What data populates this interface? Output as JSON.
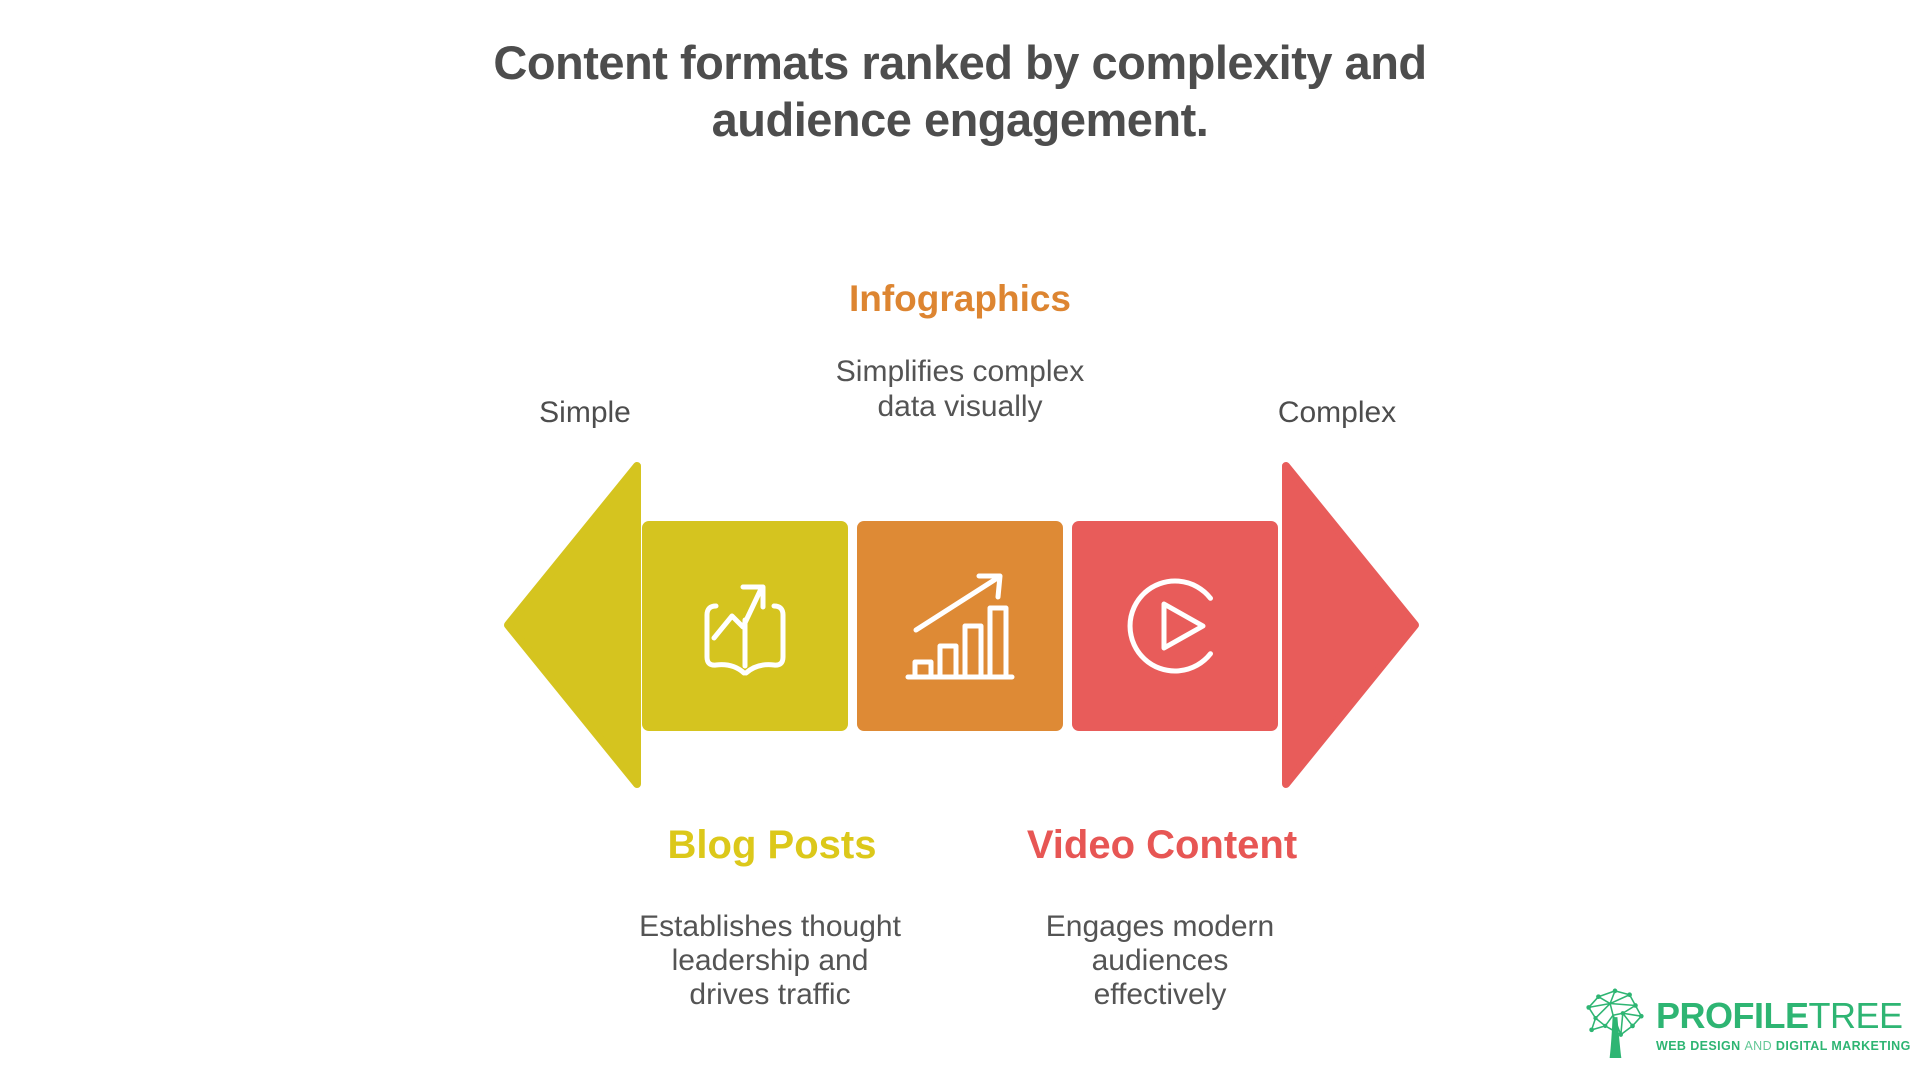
{
  "title": {
    "text": "Content formats ranked by complexity and\naudience engagement."
  },
  "axis": {
    "left_label": "Simple",
    "right_label": "Complex"
  },
  "items": [
    {
      "name": "Blog Posts",
      "description": "Establishes thought\nleadership and\ndrives traffic",
      "icon": "book-trend-icon",
      "color": "#d5c41f",
      "label_color": "#dcc81a"
    },
    {
      "name": "Infographics",
      "description": "Simplifies complex\ndata visually",
      "icon": "bar-chart-growth-icon",
      "color": "#de8a35",
      "label_color": "#dd8531"
    },
    {
      "name": "Video Content",
      "description": "Engages modern\naudiences\neffectively",
      "icon": "play-circle-icon",
      "color": "#e85c5a",
      "label_color": "#e75654"
    }
  ],
  "arrow": {
    "left_head_color": "#d5c41f",
    "right_head_color": "#e85c5a"
  },
  "colors": {
    "title_gray": "#4d4d4d",
    "text_gray": "#545454",
    "green": "#2eb573"
  },
  "logo": {
    "brand_bold": "PROFILE",
    "brand_light": "TREE",
    "tagline_bold1": "WEB DESIGN",
    "tagline_light": "AND",
    "tagline_bold2": "DIGITAL MARKETING"
  }
}
